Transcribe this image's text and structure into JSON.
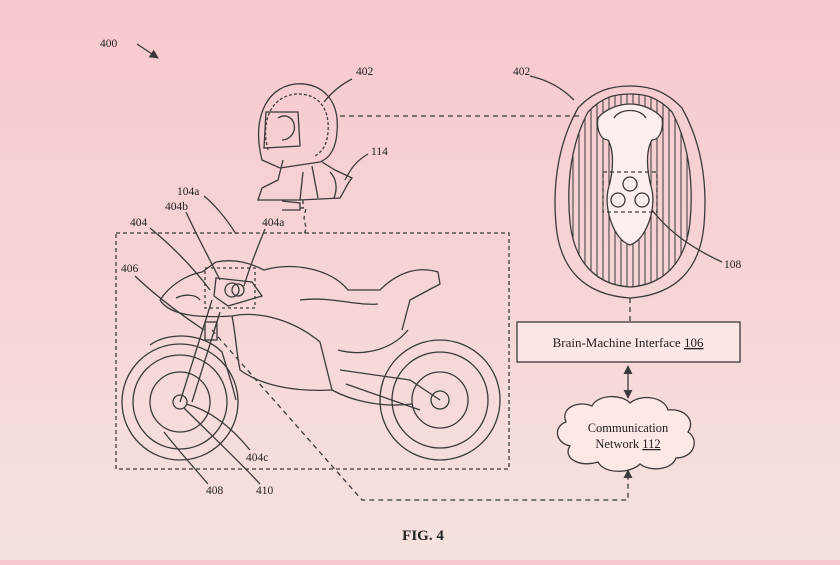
{
  "figure": {
    "caption": "FIG. 4",
    "refs": {
      "r400": "400",
      "r402_helmet": "402",
      "r402_section": "402",
      "r114": "114",
      "r104a": "104a",
      "r404b": "404b",
      "r404a": "404a",
      "r404": "404",
      "r406": "406",
      "r404c": "404c",
      "r408": "408",
      "r410": "410",
      "r108": "108"
    },
    "bmi_box": {
      "label": "Brain-Machine Interface ",
      "ref": "106"
    },
    "network_cloud": {
      "line1": "Communication",
      "line2": "Network ",
      "ref": "112"
    }
  },
  "colors": {
    "background_top": "#f8c9cd",
    "background_bottom": "#f5e2df",
    "line": "#3a3a3a"
  }
}
